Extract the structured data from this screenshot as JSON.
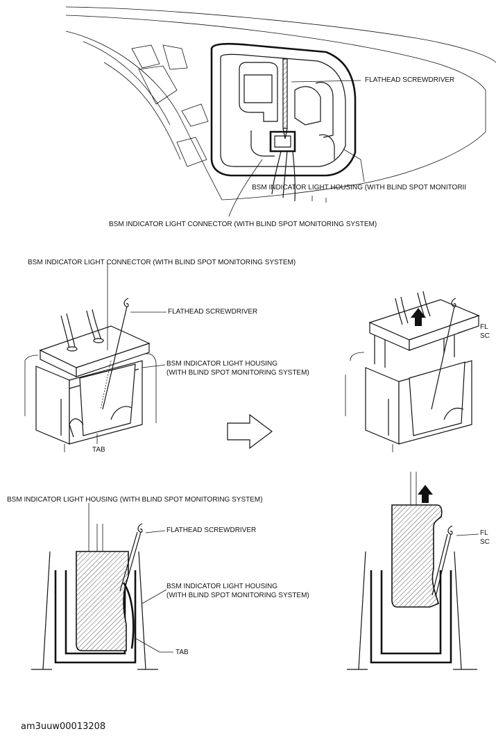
{
  "figure": {
    "top": {
      "screwdriver": "FLATHEAD SCREWDRIVER",
      "housing": "BSM INDICATOR LIGHT HOUSING (WITH BLIND SPOT MONITORII",
      "connector": "BSM INDICATOR LIGHT CONNECTOR (WITH BLIND SPOT MONITORING SYSTEM)"
    },
    "middle": {
      "connector": "BSM INDICATOR LIGHT CONNECTOR (WITH BLIND SPOT MONITORING SYSTEM)",
      "screwdriver": "FLATHEAD SCREWDRIVER",
      "housing_line1": "BSM INDICATOR LIGHT HOUSING",
      "housing_line2": "(WITH BLIND SPOT MONITORING SYSTEM)",
      "tab": "TAB",
      "right_cut_line1": "FL",
      "right_cut_line2": "SC"
    },
    "bottom": {
      "housing_top": "BSM INDICATOR LIGHT HOUSING (WITH BLIND SPOT MONITORING SYSTEM)",
      "screwdriver": "FLATHEAD SCREWDRIVER",
      "housing_line1": "BSM INDICATOR LIGHT HOUSING",
      "housing_line2": "(WITH BLIND SPOT MONITORING SYSTEM)",
      "tab": "TAB",
      "right_cut_line1": "FL",
      "right_cut_line2": "SC"
    }
  },
  "caption": "am3uuw00013208"
}
